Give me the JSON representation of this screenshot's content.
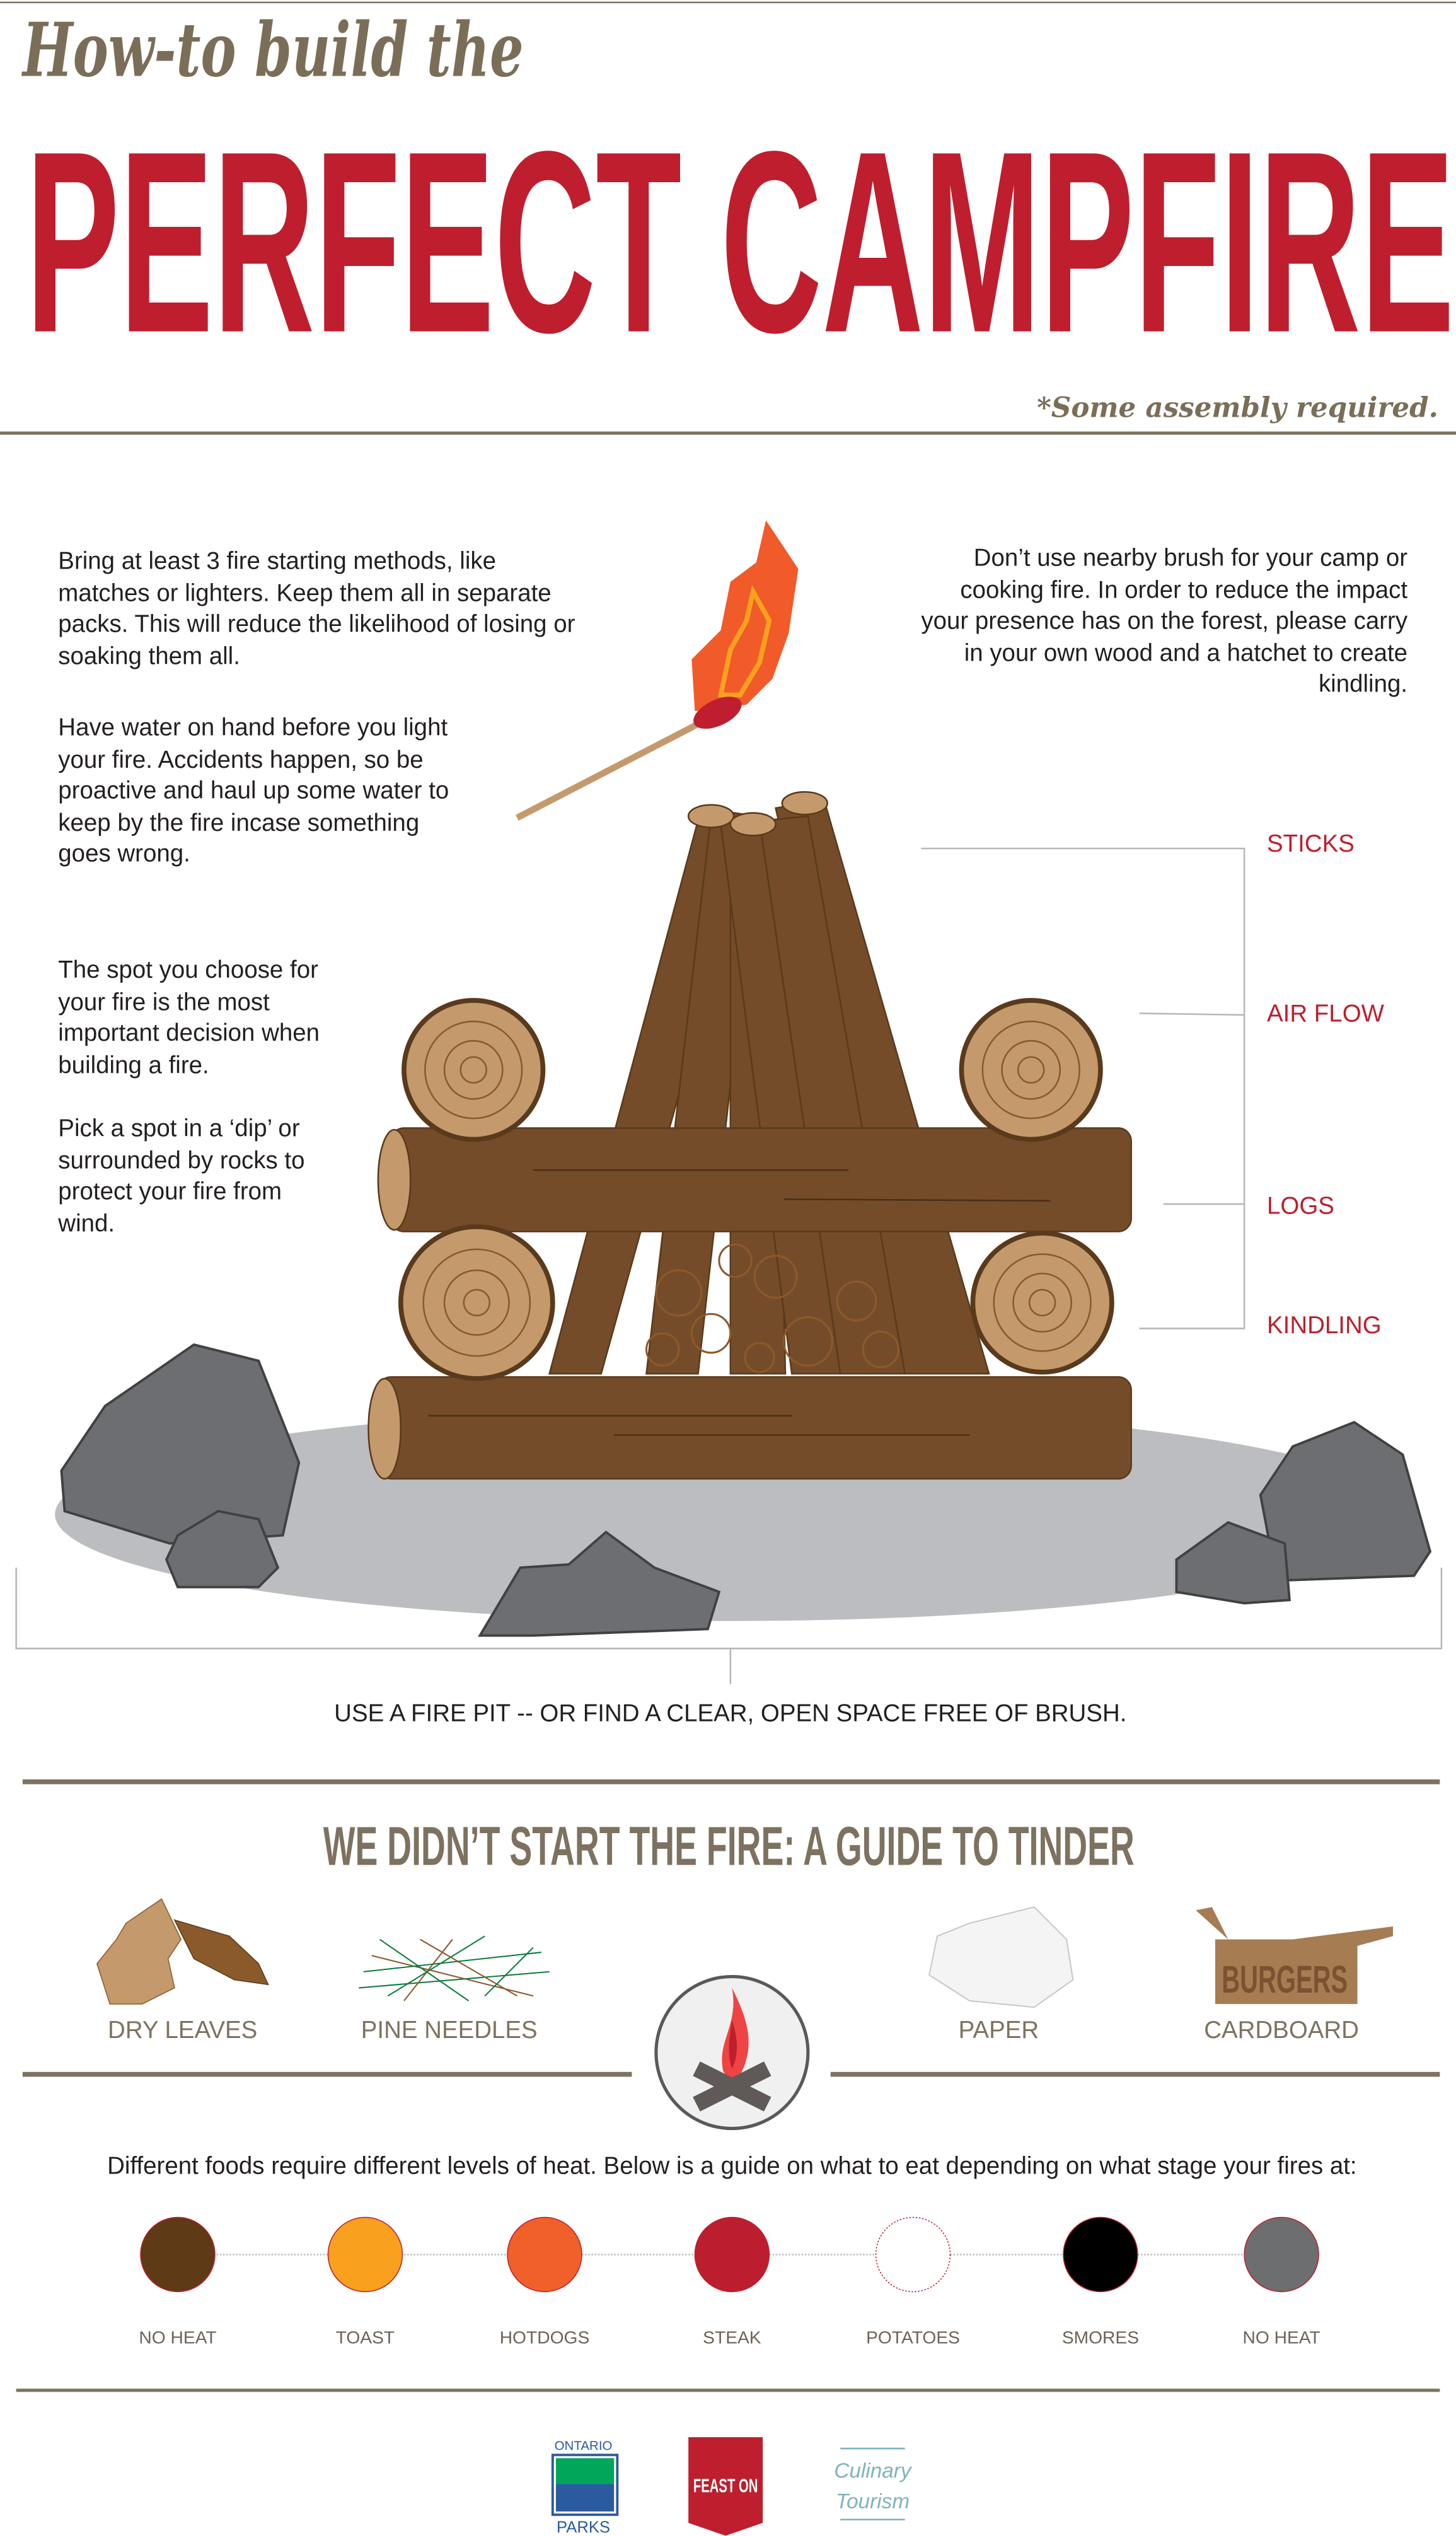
{
  "header": {
    "pretitle": "How-to build the",
    "title": "PERFECT CAMPFIRE",
    "footnote": "*Some assembly required."
  },
  "tips": {
    "left": [
      "Bring at least 3 fire starting methods, like matches or lighters. Keep them all in separate packs. This will reduce the likelihood of losing or soaking them all.",
      "Have water on hand before you light your fire. Accidents happen, so be proactive and haul up some water to keep by the fire incase something goes wrong.",
      "The spot you choose for your fire is the most important decision when building a fire.",
      "Pick a spot in a ‘dip’ or surrounded by rocks to protect your fire from wind."
    ],
    "right": "Don’t use nearby brush for your camp or cooking fire. In order to reduce the impact your presence has on the forest, please carry in your own wood and a hatchet to create kindling."
  },
  "fire_labels": [
    "STICKS",
    "AIR FLOW",
    "LOGS",
    "KINDLING"
  ],
  "fire_pit_caption": "USE A FIRE PIT -- OR FIND A CLEAR, OPEN SPACE FREE OF BRUSH.",
  "tinder": {
    "heading": "WE DIDN’T START THE FIRE: A GUIDE TO TINDER",
    "items": [
      {
        "label": "DRY LEAVES",
        "icon": "dry-leaves-icon"
      },
      {
        "label": "PINE NEEDLES",
        "icon": "pine-needles-icon"
      },
      {
        "label": "PAPER",
        "icon": "crumpled-paper-icon"
      },
      {
        "label": "CARDBOARD",
        "icon": "cardboard-box-icon",
        "box_text": "BURGERS"
      }
    ],
    "center_icon": "campfire-icon"
  },
  "food": {
    "intro": "Different foods require different levels of heat. Below is a guide on what to eat depending on what stage your fires at:",
    "stages": [
      {
        "label": "NO HEAT",
        "color": "#5e3a17"
      },
      {
        "label": "TOAST",
        "color": "#f9a11f"
      },
      {
        "label": "HOTDOGS",
        "color": "#f0602a"
      },
      {
        "label": "STEAK",
        "color": "#bc1e2f"
      },
      {
        "label": "POTATOES",
        "color": "#ffffff"
      },
      {
        "label": "SMORES",
        "color": "#000000"
      },
      {
        "label": "NO HEAT",
        "color": "#6d6e70"
      }
    ]
  },
  "logos": [
    {
      "name": "ONTARIO PARKS",
      "top": "ONTARIO",
      "bottom": "PARKS"
    },
    {
      "name": "FEAST ON",
      "text": "FEAST ON"
    },
    {
      "name": "Culinary Tourism",
      "line1": "Culinary",
      "line2": "Tourism"
    }
  ],
  "colors": {
    "accent_red": "#be1e2d",
    "brown": "#7d7260",
    "log": "#754c29",
    "rock": "#6d6e71"
  }
}
